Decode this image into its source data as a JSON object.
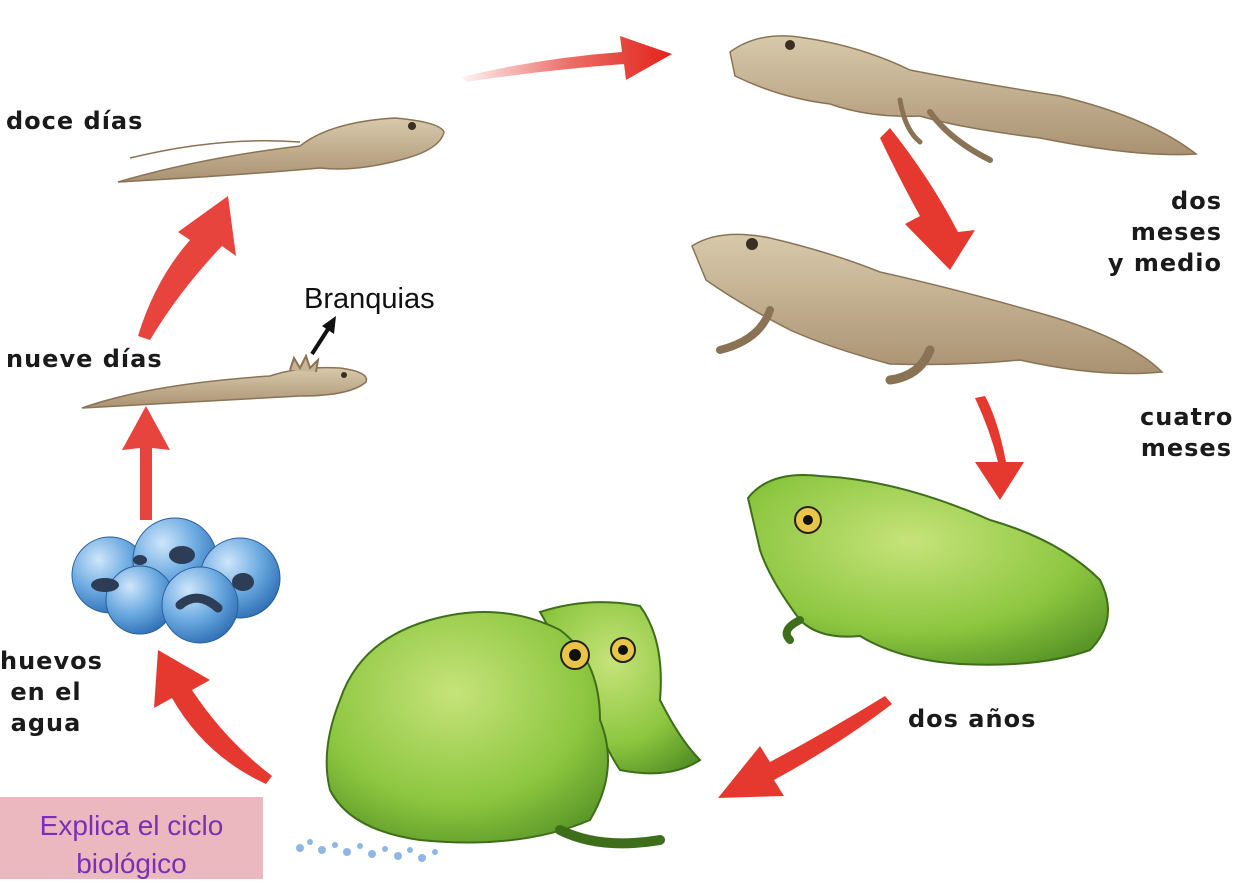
{
  "diagram": {
    "stages": {
      "doce_dias": [
        "doce días"
      ],
      "dos_meses": [
        "dos meses",
        "y medio"
      ],
      "nueve_dias": [
        "nueve días"
      ],
      "cuatro_meses": [
        "cuatro",
        "meses"
      ],
      "huevos": [
        "huevos",
        "en el",
        "agua"
      ],
      "dos_anos": [
        "dos años"
      ]
    },
    "annotation": "Branquias",
    "arrow_color": "#e2231a",
    "frog_color": "#8cc63f",
    "tadpole_color": "#c7b496",
    "egg_color": "#4f95d6"
  },
  "note": {
    "text": "Explica el ciclo biológico",
    "background": "#ecb8bf",
    "color": "#7a2fb5"
  }
}
